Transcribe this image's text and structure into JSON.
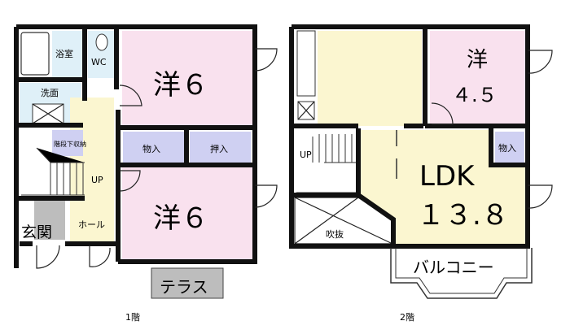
{
  "colors": {
    "western_room": "#f9e1ee",
    "ldk_hall": "#fbf6d0",
    "wet_area": "#dff0f8",
    "storage": "#cfd0f2",
    "entrance_terrace": "#bdbdbd",
    "wall": "#111111"
  },
  "floor1": {
    "label": "1階",
    "bath": "浴室",
    "wc": "WC",
    "washroom": "洗面",
    "under_stair_storage": "階段下収納",
    "stairs_up": "UP",
    "hall": "ホール",
    "entrance": "玄関",
    "room_upper": "洋６",
    "closet": "物入",
    "oshiire": "押入",
    "room_lower": "洋６",
    "terrace": "テラス"
  },
  "floor2": {
    "label": "2階",
    "room": "洋",
    "room_size": "４.５",
    "stairs_up": "UP",
    "closet": "物入",
    "ldk": "LDK",
    "ldk_size": "１３.８",
    "void": "吹抜",
    "balcony": "バルコニー"
  }
}
